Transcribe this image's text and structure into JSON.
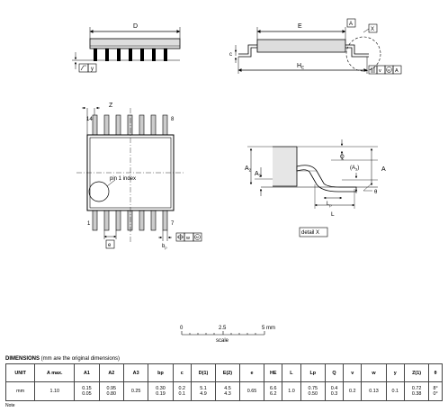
{
  "labels": {
    "D": "D",
    "E": "E",
    "HE": "H",
    "HE_sub": "E",
    "A_box": "A",
    "X_box": "X",
    "y": "y",
    "c": "c",
    "Z": "Z",
    "pin14": "14",
    "pin8": "8",
    "pin1": "1",
    "pin7": "7",
    "pin1_index": "pin 1 index",
    "e": "e",
    "bp": "b",
    "bp_sub": "p",
    "w": "w",
    "M": "M",
    "A2": "A",
    "A2_sub": "2",
    "A1": "A",
    "A1_sub": "1",
    "Q": "Q",
    "A3": "(A",
    "A3_sub": "3",
    "A3_close": ")",
    "A_right": "A",
    "Lp": "L",
    "Lp_sub": "p",
    "L": "L",
    "theta": "θ",
    "detail": "detail X",
    "v": "v",
    "fc_A": "A"
  },
  "scale": {
    "ticks": [
      "0",
      "2.5",
      "5 mm"
    ],
    "label": "scale"
  },
  "dimensions": {
    "title_bold": "DIMENSIONS",
    "title_rest": " (mm are the original dimensions)",
    "headers": [
      "UNIT",
      "A max.",
      "A1",
      "A2",
      "A3",
      "bp",
      "c",
      "D(1)",
      "E(2)",
      "e",
      "HE",
      "L",
      "Lp",
      "Q",
      "v",
      "w",
      "y",
      "Z(1)",
      "θ"
    ],
    "row": {
      "unit": "mm",
      "cells": [
        [
          "1.10"
        ],
        [
          "0.15",
          "0.05"
        ],
        [
          "0.95",
          "0.80"
        ],
        [
          "0.25"
        ],
        [
          "0.30",
          "0.19"
        ],
        [
          "0.2",
          "0.1"
        ],
        [
          "5.1",
          "4.9"
        ],
        [
          "4.5",
          "4.3"
        ],
        [
          "0.65"
        ],
        [
          "6.6",
          "6.2"
        ],
        [
          "1.0"
        ],
        [
          "0.75",
          "0.50"
        ],
        [
          "0.4",
          "0.3"
        ],
        [
          "0.2"
        ],
        [
          "0.13"
        ],
        [
          "0.1"
        ],
        [
          "0.72",
          "0.38"
        ],
        [
          "8°",
          "0°"
        ]
      ]
    },
    "note": "Note"
  }
}
